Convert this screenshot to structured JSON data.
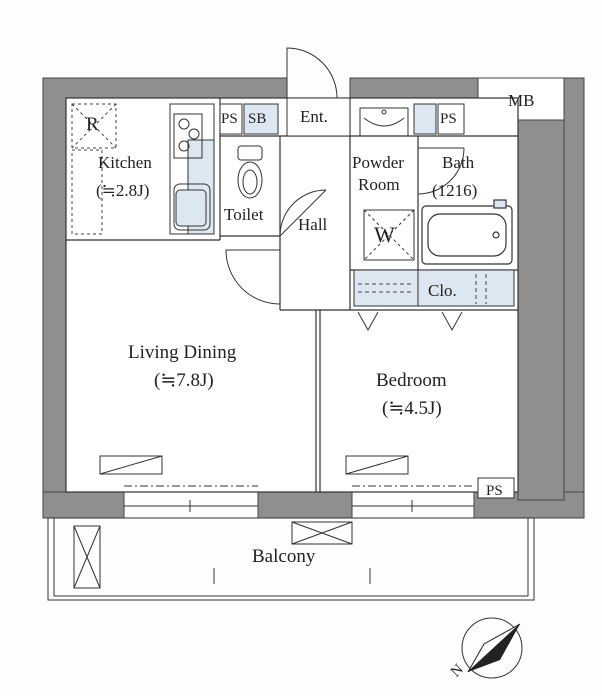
{
  "rooms": {
    "kitchen": {
      "name": "Kitchen",
      "size": "(≒2.8J)"
    },
    "living": {
      "name": "Living Dining",
      "size": "(≒7.8J)"
    },
    "bedroom": {
      "name": "Bedroom",
      "size": "(≒4.5J)"
    },
    "bath": {
      "name": "Bath",
      "size": "(1216)"
    },
    "powder": {
      "line1": "Powder",
      "line2": "Room"
    },
    "toilet": "Toilet",
    "hall": "Hall",
    "entrance": "Ent.",
    "closet": "Clo.",
    "balcony": "Balcony",
    "meter_box": "MB"
  },
  "fixtures": {
    "refrigerator": "R",
    "washer": "W",
    "shoe_box": "SB",
    "pipe_space": "PS"
  },
  "compass": {
    "north_label": "N"
  },
  "colors": {
    "wall": "#8f8f8f",
    "fixture_fill": "#dce7f2",
    "line": "#333333"
  }
}
